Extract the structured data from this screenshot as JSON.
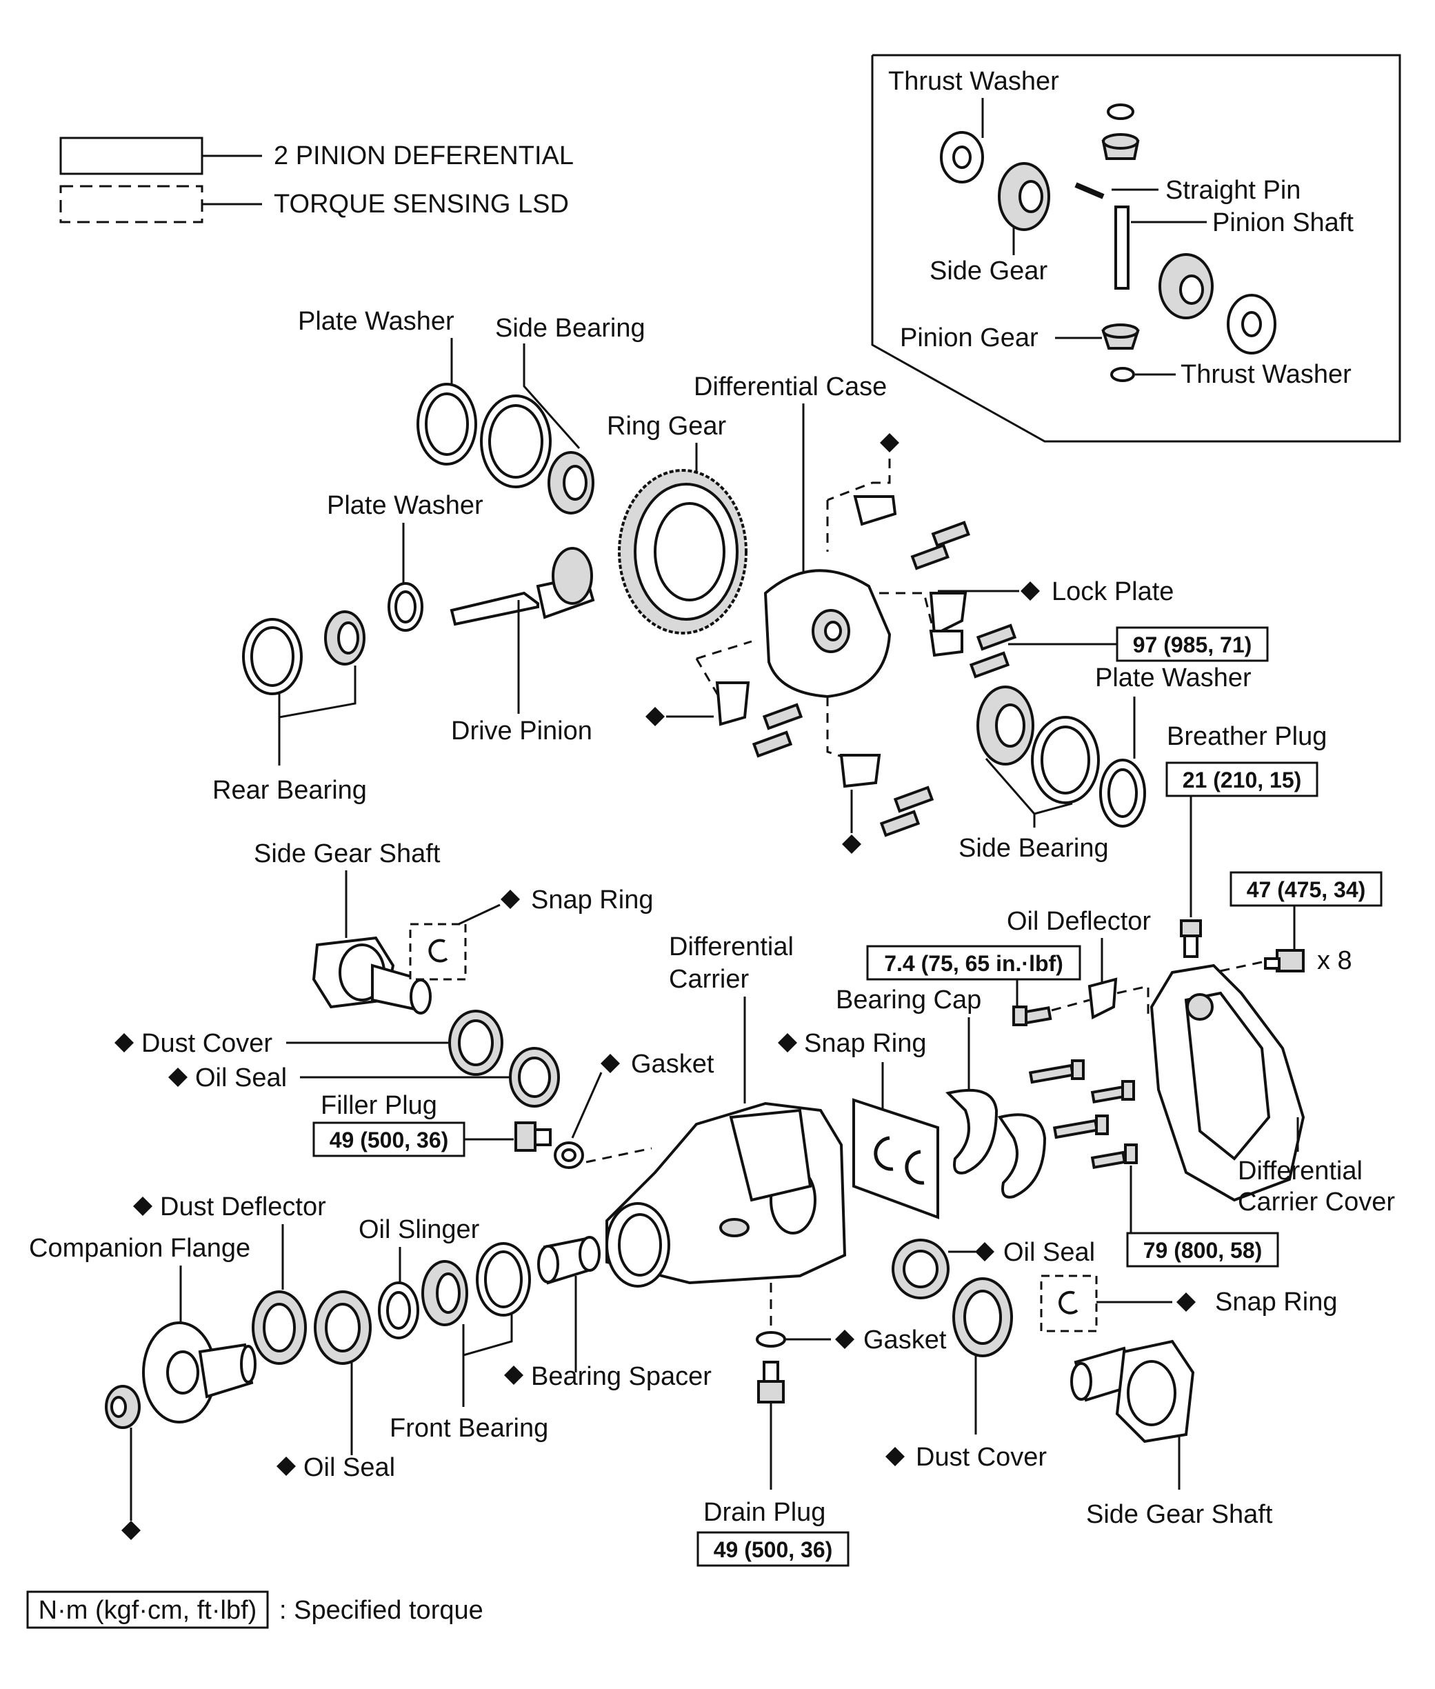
{
  "legend": {
    "solid_box": "2 PINION DEFERENTIAL",
    "dashed_box": "TORQUE SENSING LSD",
    "torque_unit": "N·m (kgf·cm, ft·lbf)",
    "torque_caption": ": Specified torque"
  },
  "inset": {
    "thrust_washer_top": "Thrust Washer",
    "straight_pin": "Straight Pin",
    "pinion_shaft": "Pinion Shaft",
    "side_gear": "Side Gear",
    "pinion_gear": "Pinion Gear",
    "thrust_washer_bottom": "Thrust Washer"
  },
  "labels": {
    "plate_washer_1": "Plate Washer",
    "side_bearing_1": "Side Bearing",
    "differential_case": "Differential Case",
    "ring_gear": "Ring Gear",
    "plate_washer_2": "Plate Washer",
    "lock_plate": "Lock Plate",
    "plate_washer_3": "Plate Washer",
    "breather_plug": "Breather Plug",
    "drive_pinion": "Drive Pinion",
    "rear_bearing": "Rear Bearing",
    "side_bearing_2": "Side Bearing",
    "side_gear_shaft_1": "Side Gear Shaft",
    "snap_ring_1": "Snap Ring",
    "oil_deflector": "Oil Deflector",
    "differential_carrier_1": "Differential",
    "differential_carrier_2": "Carrier",
    "bearing_cap": "Bearing Cap",
    "x8": "x 8",
    "dust_cover_1": "Dust Cover",
    "oil_seal_1": "Oil Seal",
    "gasket_1": "Gasket",
    "snap_ring_2": "Snap Ring",
    "filler_plug": "Filler Plug",
    "carrier_cover_1": "Differential",
    "carrier_cover_2": "Carrier Cover",
    "dust_deflector": "Dust Deflector",
    "oil_slinger": "Oil Slinger",
    "companion_flange": "Companion Flange",
    "oil_seal_2": "Oil Seal",
    "snap_ring_3": "Snap Ring",
    "gasket_2": "Gasket",
    "bearing_spacer": "Bearing Spacer",
    "front_bearing": "Front Bearing",
    "oil_seal_3": "Oil Seal",
    "dust_cover_2": "Dust Cover",
    "drain_plug": "Drain Plug",
    "side_gear_shaft_2": "Side Gear Shaft"
  },
  "torques": {
    "lock_plate_bolt": "97 (985, 71)",
    "breather_plug": "21 (210, 15)",
    "cover_bolt": "47 (475, 34)",
    "oil_deflector_bolt": "7.4 (75, 65 in.·lbf)",
    "filler_plug": "49 (500, 36)",
    "bearing_cap_bolt": "79 (800, 58)",
    "drain_plug": "49 (500, 36)"
  }
}
